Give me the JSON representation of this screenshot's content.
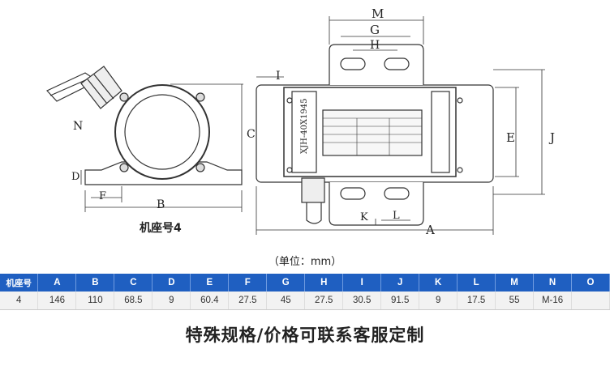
{
  "drawing": {
    "labels": {
      "M": "M",
      "G": "G",
      "H": "H",
      "I": "I",
      "J": "J",
      "E": "E",
      "K": "K",
      "L": "L",
      "A": "A",
      "C": "C",
      "N": "N",
      "D": "D",
      "F": "F",
      "B": "B"
    },
    "side_label": "XJH-40X1945",
    "base_label": "机座号4",
    "unit_label": "（单位：mm）"
  },
  "table": {
    "headers": [
      "机座号",
      "A",
      "B",
      "C",
      "D",
      "E",
      "F",
      "G",
      "H",
      "I",
      "J",
      "K",
      "L",
      "M",
      "N",
      "O"
    ],
    "row": [
      "4",
      "146",
      "110",
      "68.5",
      "9",
      "60.4",
      "27.5",
      "45",
      "27.5",
      "30.5",
      "91.5",
      "9",
      "17.5",
      "55",
      "M-16",
      ""
    ]
  },
  "footer": "特殊规格/价格可联系客服定制"
}
